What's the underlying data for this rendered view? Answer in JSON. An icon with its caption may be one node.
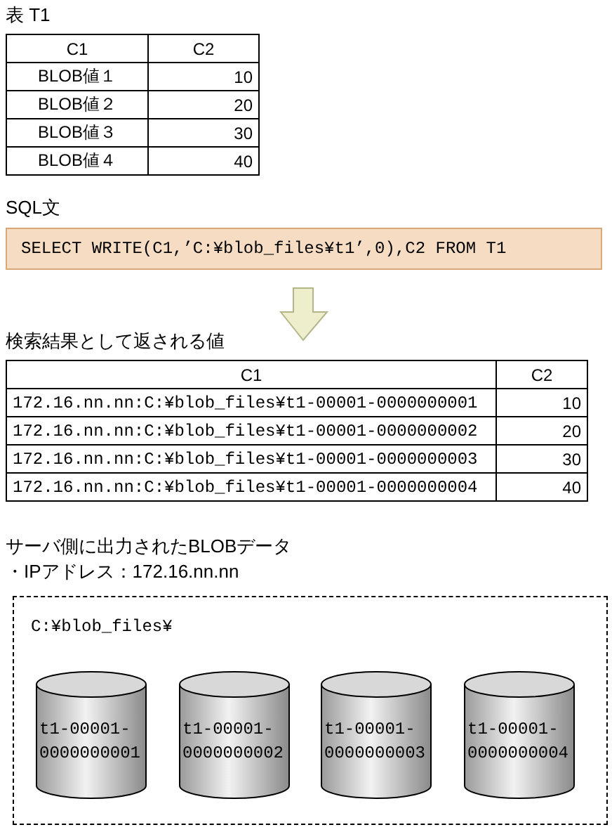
{
  "diagram": {
    "nodes": [
      {
        "text": [
          "SELECT WRITE(C1,’C:¥blob_files¥t1’,0),C2 FROM T1"
        ]
      },
      {
        "text": [
          "C:¥blob_files¥"
        ]
      },
      {
        "text": [
          "t1-00001- 0000000001"
        ],
        "in": 1
      },
      {
        "text": [
          "t1-00001- 0000000002"
        ],
        "in": 1
      },
      {
        "text": [
          "t1-00001- 0000000003"
        ],
        "in": 1
      },
      {
        "text": [
          "t1-00001- 0000000004"
        ],
        "in": 1
      }
    ],
    "edges": [],
    "labels": [
      "表 T1",
      "C1",
      "C2",
      "BLOB値１",
      "10",
      "BLOB値２",
      "20",
      "BLOB値３",
      "30",
      "BLOB値４",
      "40",
      "SQL文",
      "検索結果として返される値",
      "C1",
      "C2",
      "172.16.nn.nn:C:¥blob_files¥t1-00001-0000000001",
      "10",
      "172.16.nn.nn:C:¥blob_files¥t1-00001-0000000002",
      "20",
      "172.16.nn.nn:C:¥blob_files¥t1-00001-0000000003",
      "30",
      "172.16.nn.nn:C:¥blob_files¥t1-00001-0000000004",
      "40",
      "サーバ側に出力されたBLOBデータ",
      "・IPアドレス：172.16.nn.nn"
    ]
  }
}
